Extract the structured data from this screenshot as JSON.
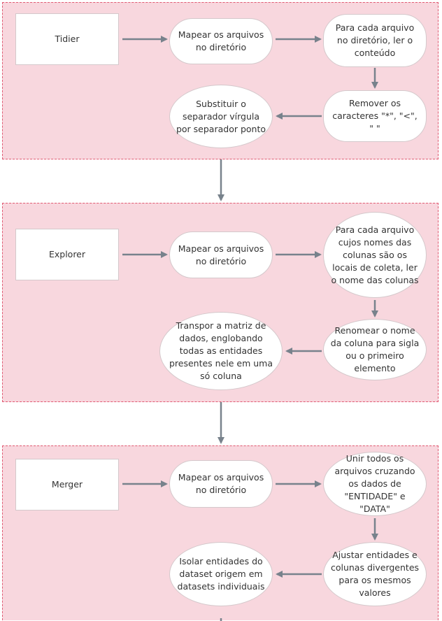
{
  "sections": [
    {
      "module": "Tidier",
      "steps": [
        "Mapear os arquivos no diretório",
        "Para cada arquivo no diretório, ler o conteúdo",
        "Remover os caracteres \"*\", \"<\", \" \"",
        "Substituir o separador vírgula por separador ponto"
      ]
    },
    {
      "module": "Explorer",
      "steps": [
        "Mapear os arquivos no diretório",
        "Para cada arquivo cujos nomes das colunas são os locais de coleta, ler o nome das colunas",
        "Renomear o nome da coluna para sigla ou o primeiro elemento",
        "Transpor a matriz de dados, englobando todas as entidades presentes nele em uma só coluna"
      ]
    },
    {
      "module": "Merger",
      "steps": [
        "Mapear os arquivos no diretório",
        "Unir todos os arquivos cruzando os dados de \"ENTIDADE\" e \"DATA\"",
        "Ajustar entidades e colunas divergentes para os mesmos valores",
        "Isolar entidades do dataset origem em datasets individuais"
      ]
    }
  ],
  "colors": {
    "panel_fill": "#f8d7de",
    "panel_border": "#e05a72",
    "arrow": "#78828c",
    "node_border": "#d4c8cb"
  }
}
